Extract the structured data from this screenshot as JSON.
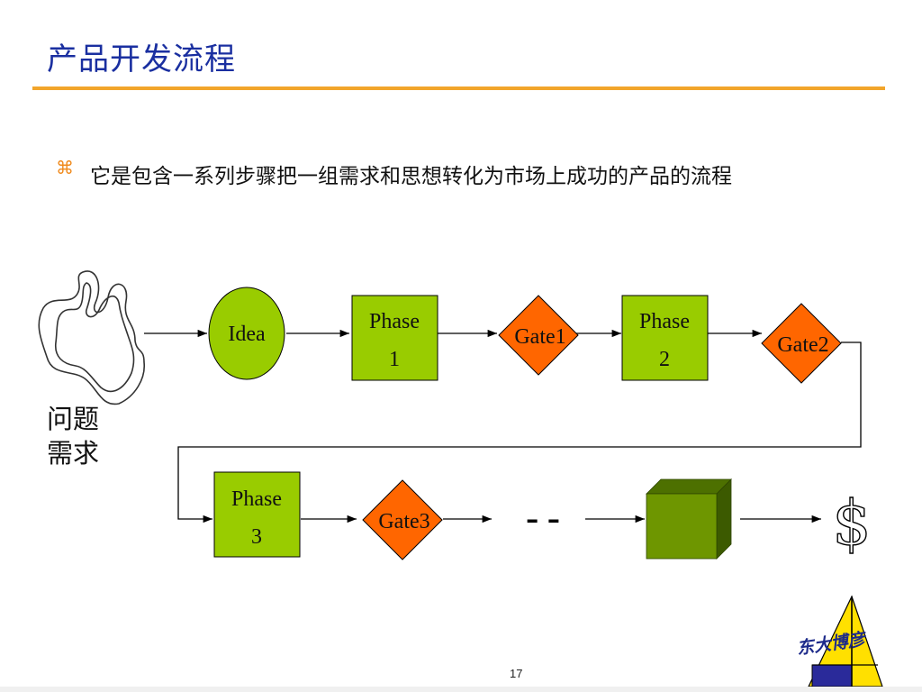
{
  "slide": {
    "title": "产品开发流程",
    "bullet": "它是包含一系列步骤把一组需求和思想转化为市场上成功的产品的流程",
    "bullet_icon": "command-icon",
    "page_number": "17"
  },
  "diagram": {
    "source_label_line1": "问题",
    "source_label_line2": "需求",
    "idea": "Idea",
    "phase1_line1": "Phase",
    "phase1_line2": "1",
    "gate1": "Gate1",
    "phase2_line1": "Phase",
    "phase2_line2": "2",
    "gate2": "Gate2",
    "phase3_line1": "Phase",
    "phase3_line2": "3",
    "gate3": "Gate3",
    "ellipsis": "– –",
    "outcome": "$"
  },
  "logo": {
    "text": "东大博彦"
  },
  "colors": {
    "title": "#1a2fa0",
    "rule": "#f2a52b",
    "phase_fill": "#99cc00",
    "gate_fill": "#ff6600",
    "cube_front": "#6e9600",
    "cube_top": "#4d7000",
    "cube_side": "#3c5a00"
  }
}
